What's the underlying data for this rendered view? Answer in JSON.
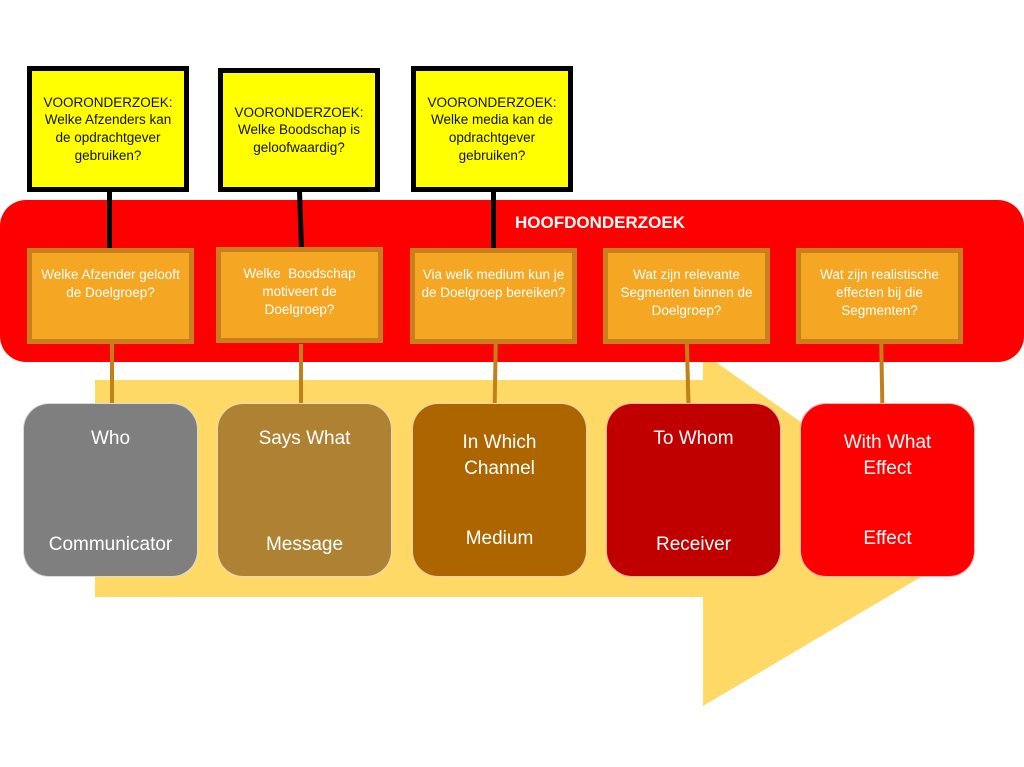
{
  "colors": {
    "background": "#ffffff",
    "arrow": "#ffd966",
    "main_band": "#ff0000",
    "pre_box_fill": "#ffff00",
    "pre_box_border": "#000000",
    "question_box_fill": "#f5a623",
    "question_box_border": "#c9801c",
    "connector_black": "#000000",
    "connector_brown": "#c0801a"
  },
  "main_research": {
    "title": "HOOFDONDERZOEK"
  },
  "pre_research": [
    {
      "label": "VOORONDERZOEK:",
      "text": "Welke Afzenders kan de opdrachtgever gebruiken?"
    },
    {
      "label": "VOORONDERZOEK:",
      "text": "Welke Boodschap is geloofwaardig?"
    },
    {
      "label": "VOORONDERZOEK:",
      "text": "Welke media kan de opdrachtgever gebruiken?"
    }
  ],
  "questions": [
    {
      "text": "Welke Afzender gelooft de Doelgroep?"
    },
    {
      "text": "Welke  Boodschap motiveert de Doelgroep?"
    },
    {
      "text": "Via welk medium kun je de Doelgroep bereiken?"
    },
    {
      "text": "Wat zijn relevante Segmenten binnen de Doelgroep?"
    },
    {
      "text": "Wat zijn realistische effecten bij die Segmenten?"
    }
  ],
  "lasswell": [
    {
      "question": "Who",
      "element": "Communicator",
      "color": "#7f7f7f"
    },
    {
      "question": "Says What",
      "element": "Message",
      "color": "#ae8232"
    },
    {
      "question": "In Which Channel",
      "element": "Medium",
      "color": "#ad6500"
    },
    {
      "question": "To Whom",
      "element": "Receiver",
      "color": "#c00000"
    },
    {
      "question": "With What Effect",
      "element": "Effect",
      "color": "#ff0000"
    }
  ]
}
